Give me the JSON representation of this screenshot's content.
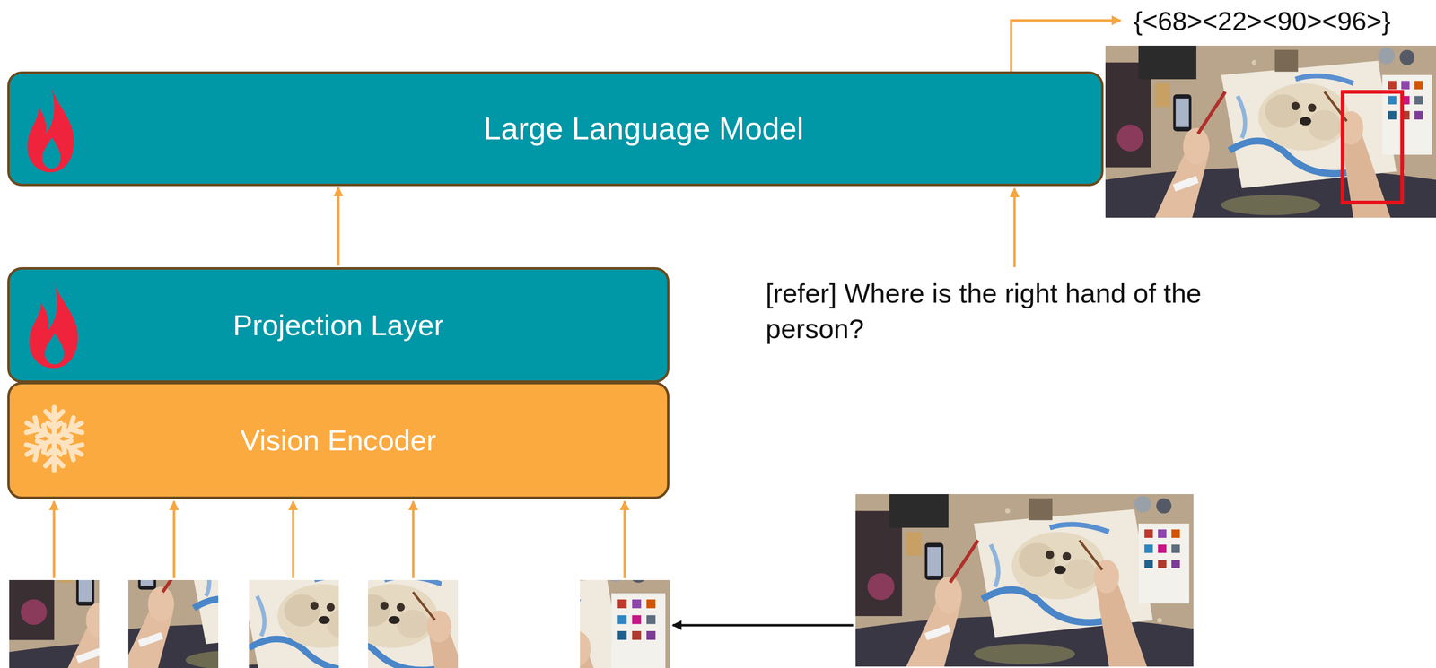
{
  "diagram": {
    "nodes": [
      {
        "text": [
          "Large Language Model"
        ]
      },
      {
        "text": [
          "Projection Layer"
        ]
      },
      {
        "text": [
          "Vision Encoder"
        ]
      }
    ],
    "edges": [
      {
        "from": 1,
        "to": 0,
        "arrow": "to"
      }
    ],
    "labels": [
      "{<68><22><90><96>}",
      "[refer] Where is the right hand of the person?"
    ]
  }
}
